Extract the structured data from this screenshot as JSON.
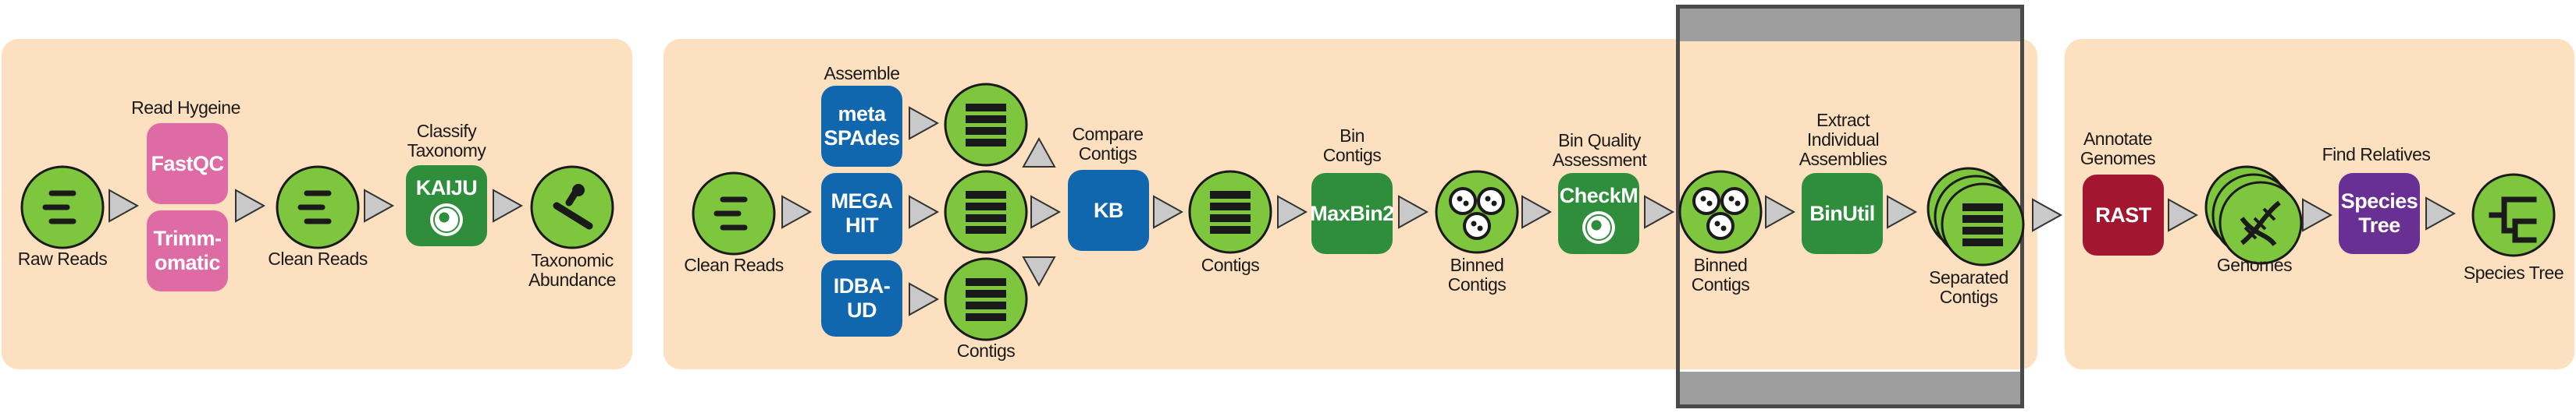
{
  "colors": {
    "panel": "#fde0bf",
    "data_fill": "#7ec63d",
    "tool_pink": "#de6ba4",
    "tool_blue": "#1167ad",
    "tool_green": "#2f8e3c",
    "tool_red": "#a3162f",
    "tool_purple": "#673092",
    "arrow": "#c9c9c9",
    "highlight_frame": "#4a4a4a"
  },
  "sections": {
    "read_processing": {
      "raw_reads": "Raw Reads",
      "read_hygeine": "Read Hygeine",
      "fastqc": "FastQC",
      "trimmomatic": [
        "Trimm-",
        "omatic"
      ],
      "clean_reads": "Clean Reads",
      "classify_taxonomy": [
        "Classify",
        "Taxonomy"
      ],
      "kaiju": "KAIJU",
      "taxonomic_abundance": [
        "Taxonomic",
        "Abundance"
      ]
    },
    "assembly_binning": {
      "clean_reads": "Clean Reads",
      "assemble": "Assemble",
      "metaspades": [
        "meta",
        "SPAdes"
      ],
      "megahit": [
        "MEGA",
        "HIT"
      ],
      "idba_ud": "IDBA-UD",
      "contigs_bottom": "Contigs",
      "compare_contigs": [
        "Compare",
        "Contigs"
      ],
      "kb": "KB",
      "contigs": "Contigs",
      "bin_contigs": [
        "Bin",
        "Contigs"
      ],
      "maxbin2": "MaxBin2",
      "binned_contigs": [
        "Binned",
        "Contigs"
      ],
      "bin_quality": [
        "Bin Quality",
        "Assessment"
      ],
      "checkm": "CheckM",
      "binned_contigs_2": [
        "Binned",
        "Contigs"
      ],
      "extract": [
        "Extract",
        "Individual",
        "Assemblies"
      ],
      "binutil": "BinUtil",
      "separated_contigs": [
        "Separated",
        "Contigs"
      ]
    },
    "annotation": {
      "annotate_genomes": [
        "Annotate",
        "Genomes"
      ],
      "rast": "RAST",
      "genomes": "Genomes",
      "find_relatives": "Find Relatives",
      "species_tree_tool": [
        "Species",
        "Tree"
      ],
      "species_tree": "Species Tree"
    }
  },
  "icons": {
    "reads": "reads-icon",
    "contigs": "contigs-icon",
    "binned": "binned-contigs-icon",
    "taxonomy": "taxonomy-icon",
    "dna": "dna-icon",
    "tree": "tree-icon",
    "arrow": "triangle-arrow-icon"
  }
}
